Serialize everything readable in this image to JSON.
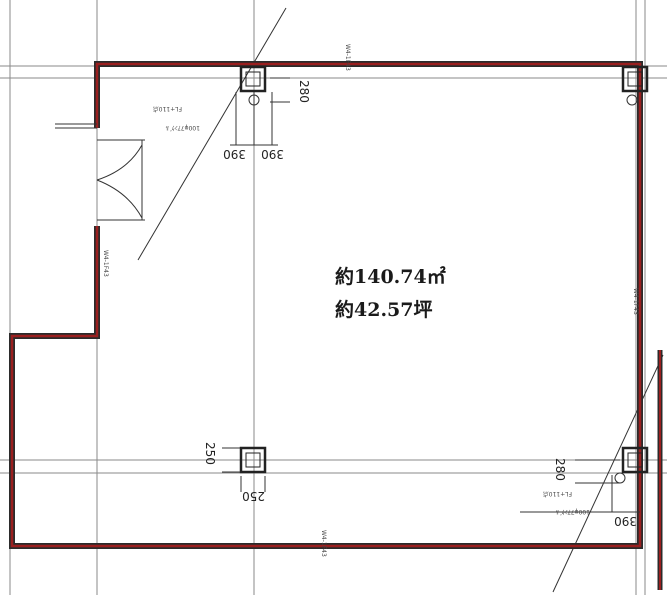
{
  "area": {
    "sqm_label": "約140.74㎡",
    "tsubo_label": "約42.57坪"
  },
  "dimensions": {
    "d280_top": "280",
    "d390_left": "390",
    "d390_right": "390",
    "d250_vertical": "250",
    "d250_horizontal": "250",
    "d280_bottom": "280",
    "d390_bottom": "390"
  },
  "annotations": {
    "fl_top": "FL+110点",
    "stair_top": "100φ7ｱﾝｸﾞﾙ",
    "fl_bottom": "FL+110点",
    "stair_bottom": "100φ7ｱﾝｸﾞﾙ",
    "wall_code": "W4-1F43"
  },
  "colors": {
    "wall_red": "#9a1f1f",
    "line_dark": "#2b2b2b",
    "grid": "#8a8a8a"
  }
}
